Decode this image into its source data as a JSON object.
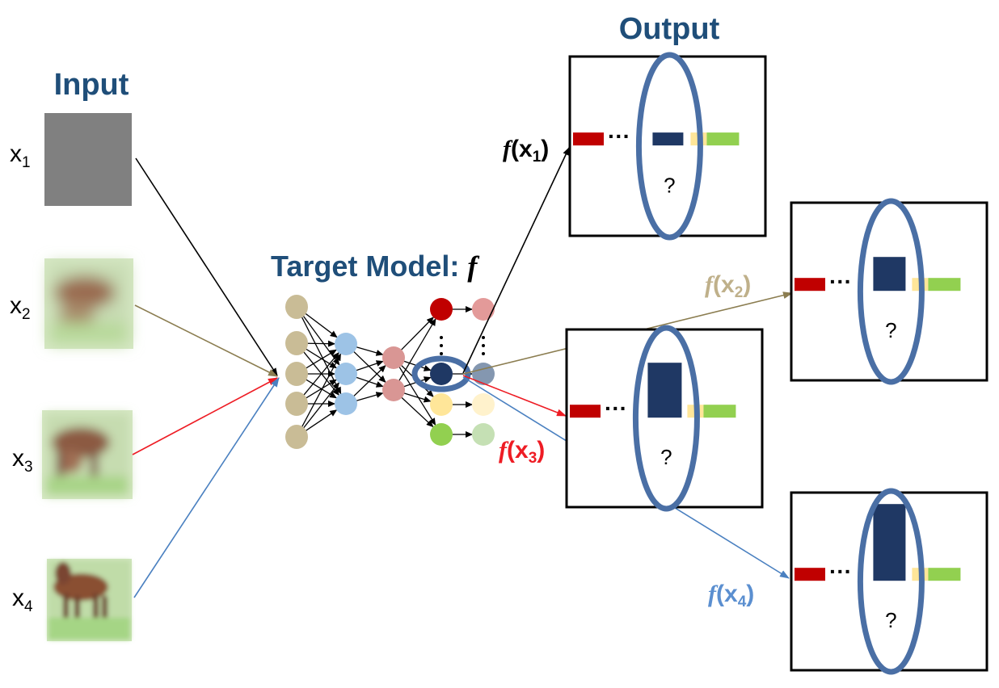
{
  "titles": {
    "input": "Input",
    "output": "Output",
    "model_prefix": "Target Model: ",
    "model_symbol": "f"
  },
  "inputs": [
    {
      "var": "x",
      "sub": "1",
      "image": "uniform-gray-square"
    },
    {
      "var": "x",
      "sub": "2",
      "image": "heavily-blurred-horse"
    },
    {
      "var": "x",
      "sub": "3",
      "image": "blurred-horse"
    },
    {
      "var": "x",
      "sub": "4",
      "image": "slightly-blurred-horse"
    }
  ],
  "outputs": [
    {
      "f": "f",
      "var": "x",
      "sub": "1",
      "color": "#000000",
      "question": "?",
      "dots": "···"
    },
    {
      "f": "f",
      "var": "x",
      "sub": "2",
      "color": "#bfb08a",
      "question": "?",
      "dots": "···"
    },
    {
      "f": "f",
      "var": "x",
      "sub": "3",
      "color": "#ee1c24",
      "question": "?",
      "dots": "···"
    },
    {
      "f": "f",
      "var": "x",
      "sub": "4",
      "color": "#5b8fd0",
      "question": "?",
      "dots": "···"
    }
  ],
  "colors": {
    "heading": "#1f4e79",
    "arrow_x1": "#000000",
    "arrow_x2": "#8b7d50",
    "arrow_x3": "#ee1c24",
    "arrow_x4": "#4a80c0",
    "ellipse_stroke": "#4a6fa5",
    "class_red": "#c00000",
    "class_navy": "#1f3864",
    "class_yellow": "#ffe699",
    "class_green": "#92d050",
    "layer1": "#c9bc96",
    "layer2": "#9dc3e6",
    "layer3": "#d99694"
  },
  "icons": {
    "network": "neural-network-icon",
    "highlight": "highlight-ellipse-icon"
  }
}
